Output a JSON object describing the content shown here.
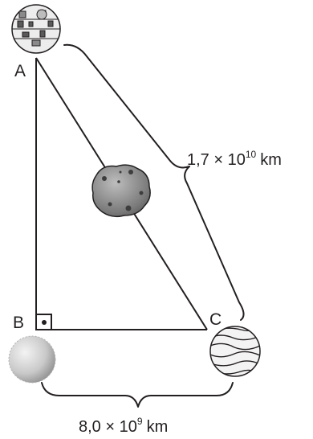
{
  "vertices": {
    "a": "A",
    "b": "B",
    "c": "C"
  },
  "measurements": {
    "ac": {
      "mantissa": "1,7",
      "times": "×",
      "base": "10",
      "exponent": "10",
      "unit": "km"
    },
    "bc": {
      "mantissa": "8,0",
      "times": "×",
      "base": "10",
      "exponent": "9",
      "unit": "km"
    }
  },
  "colors": {
    "line": "#231f20",
    "planet_dark": "#6f6f6f",
    "planet_light": "#d7d7d7"
  },
  "icons": {
    "a": "death-star-icon",
    "middle": "asteroid-icon",
    "b": "moon-icon",
    "c": "gas-giant-icon"
  }
}
